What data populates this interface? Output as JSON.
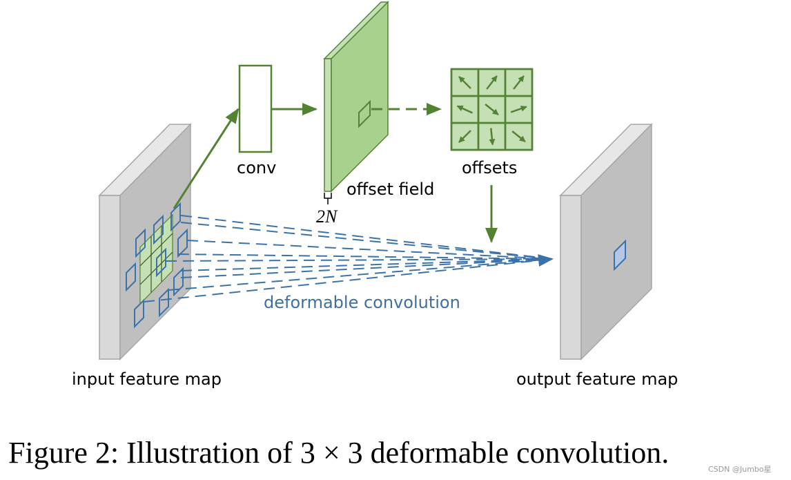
{
  "figure": {
    "caption": "Figure 2: Illustration of 3 × 3 deformable convolution.",
    "watermark": "CSDN @Jumbo星"
  },
  "labels": {
    "conv": "conv",
    "offset_field": "offset field",
    "channels": "2N",
    "offsets": "offsets",
    "deformable_convolution": "deformable convolution",
    "input_feature_map": "input feature map",
    "output_feature_map": "output feature map"
  },
  "offsets_grid": {
    "rows": 3,
    "cols": 3,
    "arrow_directions": [
      "up-left",
      "up-right",
      "up-right",
      "left",
      "down-right",
      "right",
      "down-left",
      "down",
      "down-right"
    ]
  },
  "colors": {
    "green_stroke": "#548235",
    "green_fill": "#a9d18e",
    "green_light": "#c5e0b4",
    "blue": "#3a72aa",
    "blue_fill": "#b4c7e7",
    "gray_face": "#bfbfbf",
    "gray_side": "#d9d9d9",
    "gray_top": "#e7e7e7",
    "gray_stroke": "#a6a6a6"
  }
}
